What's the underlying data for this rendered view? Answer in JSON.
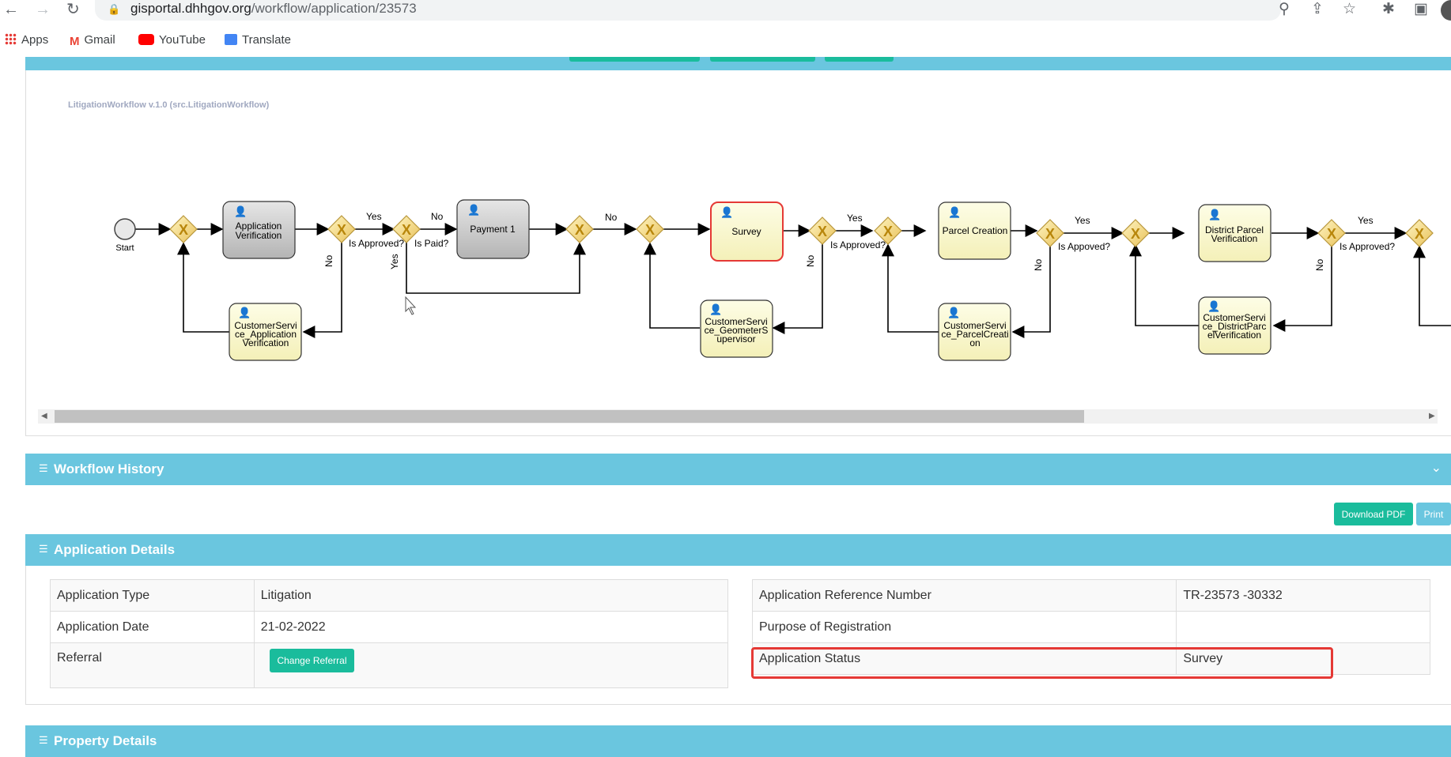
{
  "browser": {
    "url_host": "gisportal.dhhgov.org",
    "url_path": "/workflow/application/23573",
    "bookmarks": [
      {
        "label": "Apps",
        "icon": "apps-grid-icon"
      },
      {
        "label": "Gmail",
        "icon": "gmail-icon"
      },
      {
        "label": "YouTube",
        "icon": "youtube-icon"
      },
      {
        "label": "Translate",
        "icon": "translate-icon"
      }
    ]
  },
  "workflow": {
    "caption": "LitigationWorkflow v.1.0 (src.LitigationWorkflow)",
    "nodes": {
      "start": "Start",
      "app_verification": "Application Verification",
      "payment": "Payment 1",
      "survey": "Survey",
      "parcel_creation": "Parcel Creation",
      "district_parcel": "District Parcel Verification",
      "cs_app_verif": [
        "CustomerServi",
        "ce_Application",
        "Verification"
      ],
      "cs_geometer": [
        "CustomerServi",
        "ce_GeometerS",
        "upervisor"
      ],
      "cs_parcel": [
        "CustomerServi",
        "ce_ParcelCreati",
        "on"
      ],
      "cs_district": [
        "CustomerServi",
        "ce_DistrictParc",
        "elVerification"
      ]
    },
    "labels": {
      "yes": "Yes",
      "no": "No",
      "is_approved": "Is Approved?",
      "is_paid": "Is Paid?",
      "is_appoved": "Is Appoved?"
    },
    "current_step": "Survey"
  },
  "sections": {
    "workflow_history": "Workflow History",
    "application_details": "Application Details",
    "property_details": "Property Details"
  },
  "actions": {
    "download_pdf": "Download PDF",
    "print": "Print",
    "change_referral": "Change Referral"
  },
  "application_details": {
    "left": [
      {
        "label": "Application Type",
        "value": "Litigation"
      },
      {
        "label": "Application Date",
        "value": "21-02-2022"
      },
      {
        "label": "Referral",
        "value": ""
      }
    ],
    "right": [
      {
        "label": "Application Reference Number",
        "value": "TR-23573 -30332"
      },
      {
        "label": "Purpose of Registration",
        "value": ""
      },
      {
        "label": "Application Status",
        "value": "Survey"
      }
    ]
  },
  "colors": {
    "panel_header": "#6ac6df",
    "button_green": "#1abc9c",
    "highlight_red": "#e53935",
    "task_yellow": "#fcfcdc",
    "task_gray": "#c8c8c8",
    "gateway_gold": "#d4a017"
  }
}
